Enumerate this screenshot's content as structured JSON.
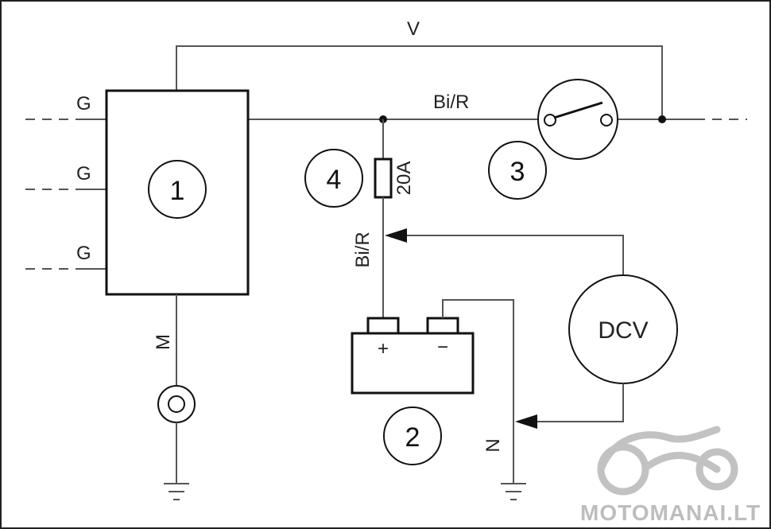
{
  "labels": {
    "wire_top": "V",
    "wire_main": "Bi/R",
    "wire_vertical": "Bi/R",
    "input_1": "G",
    "input_2": "G",
    "input_3": "G",
    "ground_left": "M",
    "ground_right": "N",
    "fuse_rating": "20A",
    "battery_plus": "+",
    "battery_minus": "−",
    "meter": "DCV"
  },
  "components": {
    "regulator_number": "1",
    "battery_number": "2",
    "switch_number": "3",
    "fuse_number": "4"
  },
  "watermark": {
    "text": "MOTOMANAI.LT"
  },
  "colors": {
    "line": "#555555",
    "outline": "#111111",
    "watermark": "#bdbdbd"
  }
}
